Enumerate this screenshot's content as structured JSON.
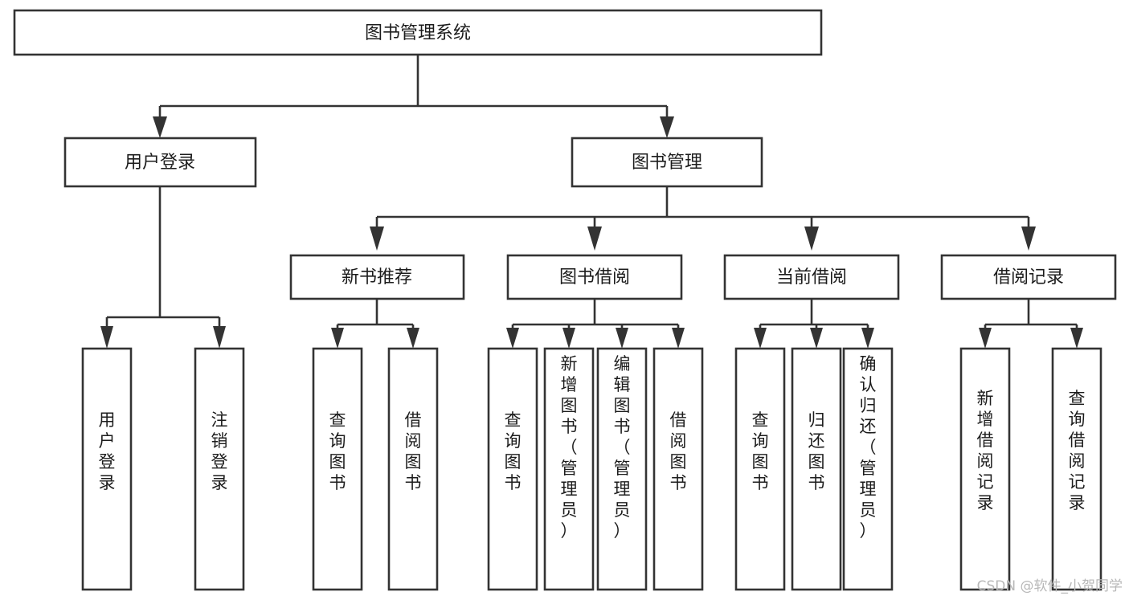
{
  "diagram": {
    "title": "图书管理系统",
    "type": "tree-hierarchy",
    "root": {
      "id": "root",
      "label": "图书管理系统"
    },
    "level2": [
      {
        "id": "user-login",
        "label": "用户登录"
      },
      {
        "id": "book-manage",
        "label": "图书管理"
      }
    ],
    "level3": [
      {
        "id": "new-book-rec",
        "label": "新书推荐",
        "parent": "book-manage"
      },
      {
        "id": "book-borrow",
        "label": "图书借阅",
        "parent": "book-manage"
      },
      {
        "id": "current-borrow",
        "label": "当前借阅",
        "parent": "book-manage"
      },
      {
        "id": "borrow-record",
        "label": "借阅记录",
        "parent": "book-manage"
      }
    ],
    "leaves": {
      "user-login": [
        {
          "id": "leaf-user-login",
          "label": "用户登录"
        },
        {
          "id": "leaf-user-logout",
          "label": "注销登录"
        }
      ],
      "new-book-rec": [
        {
          "id": "leaf-query-book-1",
          "label": "查询图书"
        },
        {
          "id": "leaf-borrow-book-1",
          "label": "借阅图书"
        }
      ],
      "book-borrow": [
        {
          "id": "leaf-query-book-2",
          "label": "查询图书"
        },
        {
          "id": "leaf-add-book",
          "label": "新增图书（管理员）"
        },
        {
          "id": "leaf-edit-book",
          "label": "编辑图书（管理员）"
        },
        {
          "id": "leaf-borrow-book-2",
          "label": "借阅图书"
        }
      ],
      "current-borrow": [
        {
          "id": "leaf-query-book-3",
          "label": "查询图书"
        },
        {
          "id": "leaf-return-book",
          "label": "归还图书"
        },
        {
          "id": "leaf-confirm-return",
          "label": "确认归还（管理员）"
        }
      ],
      "borrow-record": [
        {
          "id": "leaf-add-record",
          "label": "新增借阅记录"
        },
        {
          "id": "leaf-query-record",
          "label": "查询借阅记录"
        }
      ]
    }
  },
  "watermark": {
    "text": "CSDN @软件_小贺同学"
  },
  "colors": {
    "stroke": "#333333",
    "box_fill": "#ffffff",
    "text": "#1c1c1c",
    "watermark": "#b8b8b8",
    "background": "#ffffff"
  }
}
